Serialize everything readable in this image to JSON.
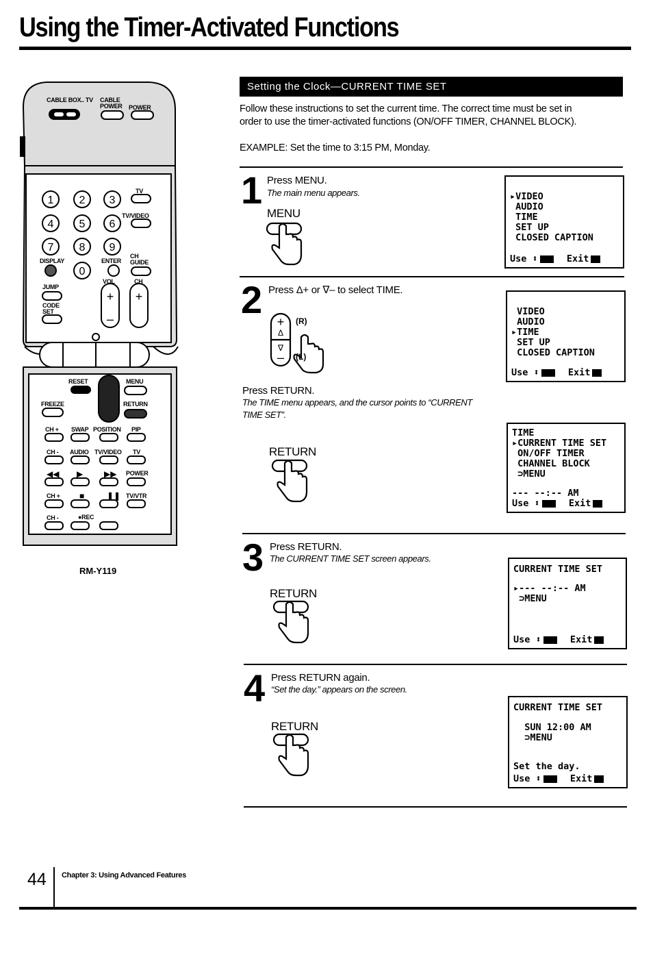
{
  "page": {
    "title": "Using the Timer-Activated Functions",
    "section_title": "Setting the Clock—CURRENT TIME SET",
    "intro_line1": "Follow these instructions to set the current time. The correct time must be set in",
    "intro_line2": "order to use the timer-activated functions (ON/OFF TIMER, CHANNEL BLOCK).",
    "example": "EXAMPLE: Set the time to 3:15 PM, Monday.",
    "page_number": "44",
    "chapter": "Chapter 3: Using Advanced Features"
  },
  "remote": {
    "model": "RM-Y119",
    "labels": {
      "cable_box_tv": "CABLE BOX.. TV",
      "cable_power": "CABLE POWER",
      "power": "POWER",
      "tv": "TV",
      "tv_video": "TV/VIDEO",
      "display": "DISPLAY",
      "enter": "ENTER",
      "ch_guide": "CH GUIDE",
      "jump": "JUMP",
      "vol": "VOL",
      "ch": "CH",
      "code_set": "CODE SET",
      "reset": "RESET",
      "menu": "MENU",
      "freeze": "FREEZE",
      "return": "RETURN",
      "ch_plus": "CH +",
      "swap": "SWAP",
      "position": "POSITION",
      "pip": "PIP",
      "ch_minus": "CH -",
      "audio": "AUDIO",
      "tv_video2": "TV/VIDEO",
      "tv2": "TV",
      "power2": "POWER",
      "tv_vtr": "TV/VTR",
      "rec": "●REC"
    },
    "digits": [
      "1",
      "2",
      "3",
      "4",
      "5",
      "6",
      "7",
      "8",
      "9",
      "0"
    ]
  },
  "steps": [
    {
      "number": "1",
      "text": "Press MENU.",
      "sub": "The main menu appears.",
      "button": "MENU",
      "screen": {
        "lines": [
          "▸VIDEO",
          " AUDIO",
          " TIME",
          " SET UP",
          " CLOSED CAPTION"
        ],
        "footer_use": "Use ⬍",
        "footer_exit": "Exit"
      }
    },
    {
      "number": "2",
      "text": "Press Δ+ or ∇– to select TIME.",
      "rl_right": "(R)",
      "rl_left": "(L)",
      "screen": {
        "lines": [
          " VIDEO",
          " AUDIO",
          "▸TIME",
          " SET UP",
          " CLOSED CAPTION"
        ],
        "footer_use": "Use ⬍",
        "footer_exit": "Exit"
      },
      "then_text": "Press RETURN.",
      "then_sub1": "The TIME menu appears, and the cursor points to “CURRENT",
      "then_sub2": "TIME SET”.",
      "button": "RETURN",
      "screen2": {
        "lines": [
          "TIME",
          "▸CURRENT TIME SET",
          " ON/OFF TIMER",
          " CHANNEL BLOCK",
          " ⊃MENU"
        ],
        "time_line": "--- --:-- AM",
        "footer_use": "Use ⬍",
        "footer_exit": "Exit"
      }
    },
    {
      "number": "3",
      "text": "Press RETURN.",
      "sub": "The CURRENT TIME SET screen appears.",
      "button": "RETURN",
      "screen": {
        "lines": [
          "CURRENT TIME SET",
          "",
          "▸--- --:-- AM",
          " ⊃MENU"
        ],
        "footer_use": "Use ⬍",
        "footer_exit": "Exit"
      }
    },
    {
      "number": "4",
      "text": "Press RETURN again.",
      "sub": "“Set the day.” appears on the screen.",
      "button": "RETURN",
      "screen": {
        "lines": [
          "CURRENT TIME SET",
          "",
          "  SUN 12:00 AM",
          "  ⊃MENU"
        ],
        "hint": "Set the day.",
        "footer_use": "Use ⬍",
        "footer_exit": "Exit"
      }
    }
  ]
}
